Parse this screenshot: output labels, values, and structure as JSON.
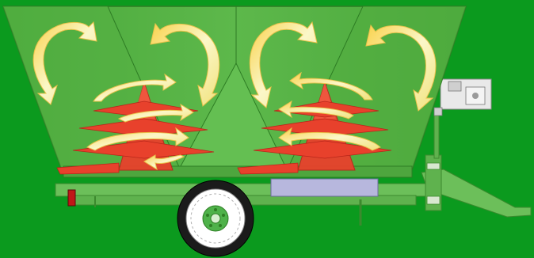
{
  "diagram": {
    "subject": "vertical-twin-auger-feed-mixer-wagon",
    "colors": {
      "background": "#0b9a1e",
      "hopper": "#59b347",
      "hopper_dark": "#3f9a34",
      "hopper_light": "#7cc66a",
      "auger": "#e8412c",
      "auger_dark": "#b8261a",
      "flow_arrow": "#f7f3a6",
      "flow_arrow_edge": "#e9c24a",
      "chassis": "#6cbf5a",
      "tire": "#1b1b1b",
      "rim": "#ffffff",
      "tank": "#b7b7dd"
    },
    "augers": [
      {
        "name": "left-auger"
      },
      {
        "name": "right-auger"
      }
    ],
    "flow_arrows": [
      {
        "name": "left-outer-arc-arrow"
      },
      {
        "name": "left-inner-arc-arrow"
      },
      {
        "name": "right-inner-arc-arrow"
      },
      {
        "name": "right-outer-arc-arrow"
      }
    ]
  }
}
